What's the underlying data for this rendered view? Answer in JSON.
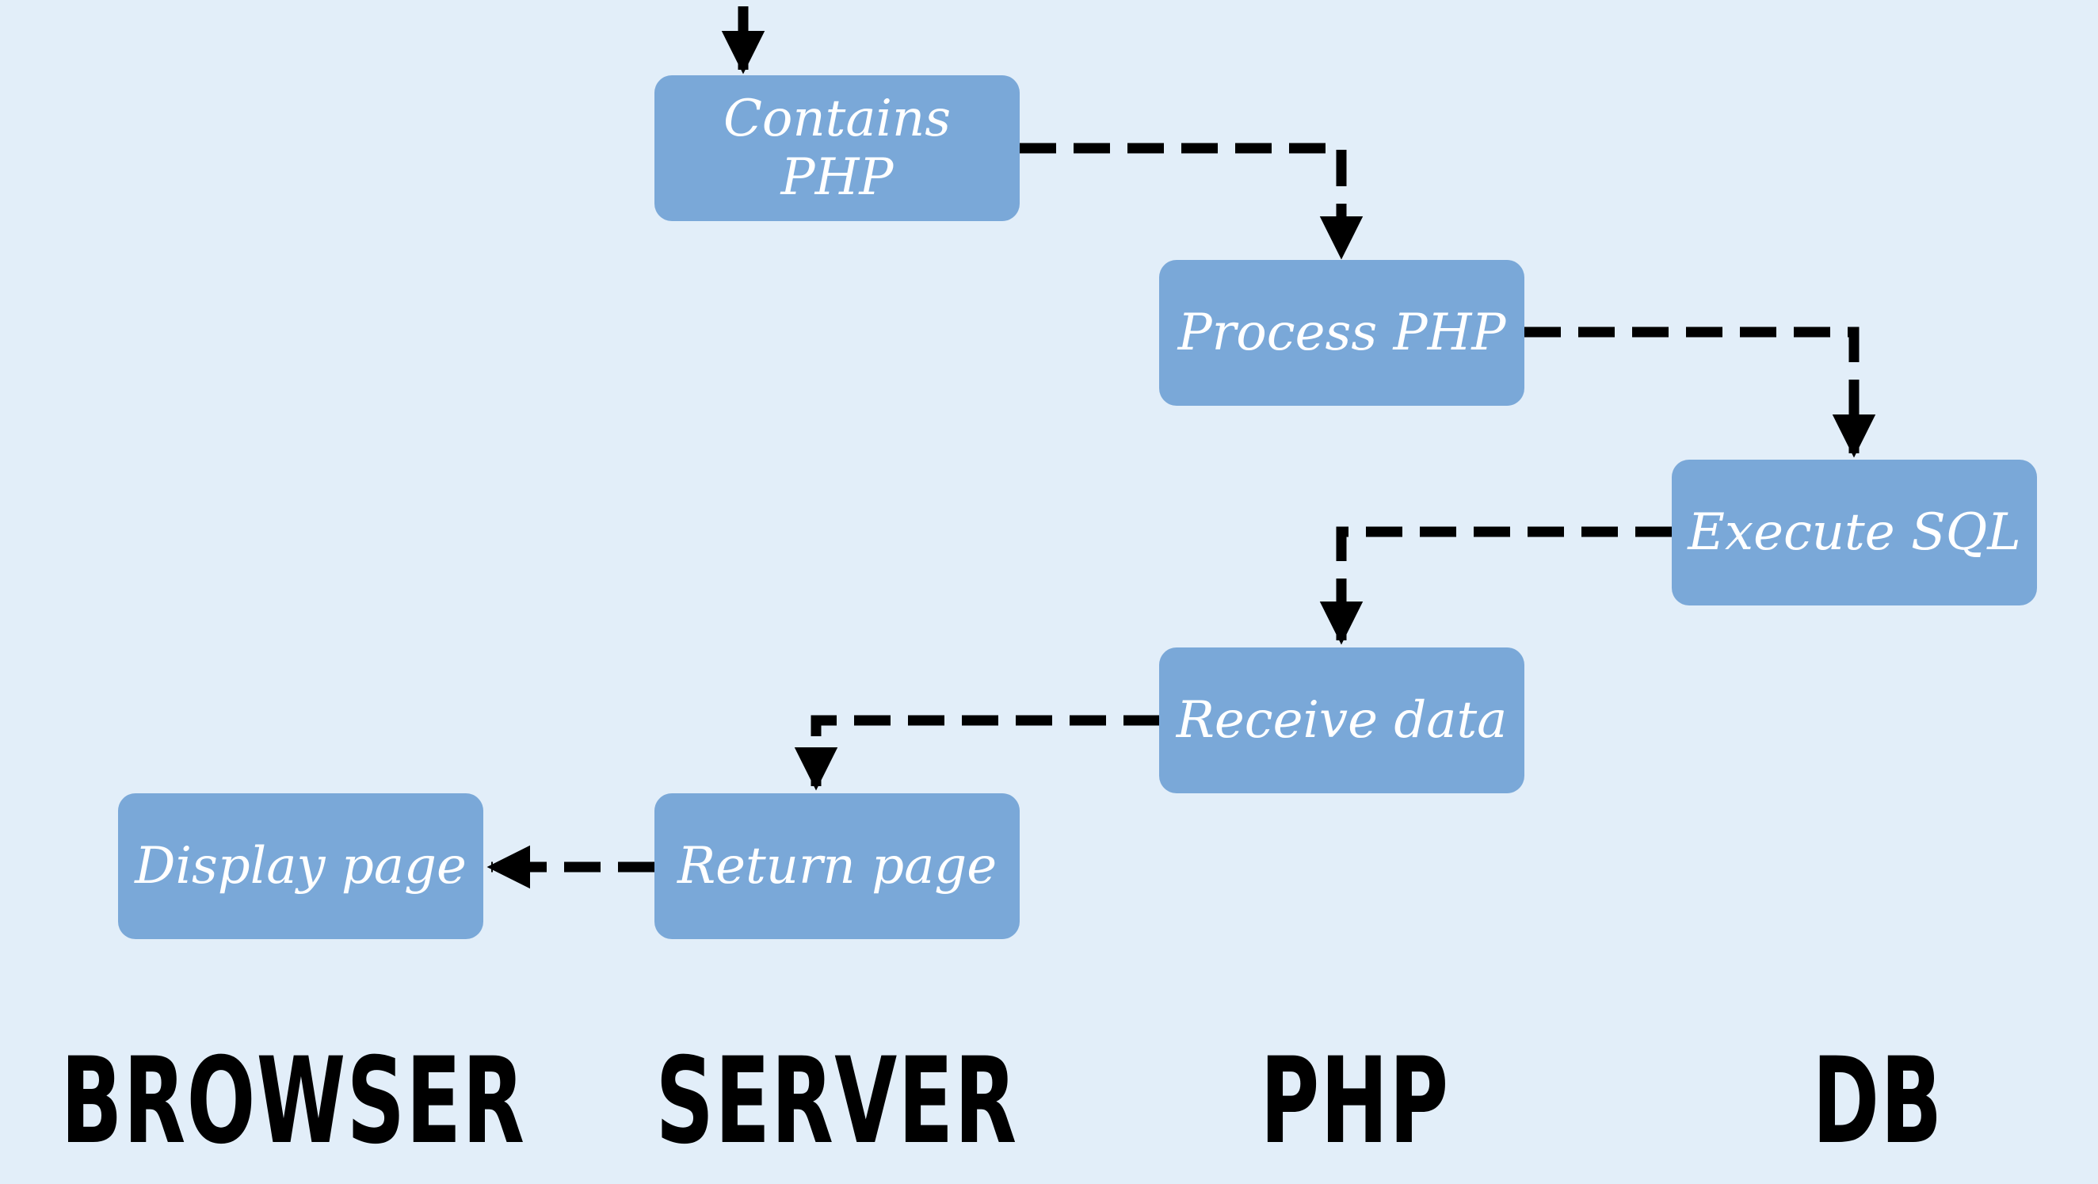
{
  "nodes": {
    "contains_php": "Contains PHP",
    "process_php": "Process PHP",
    "execute_sql": "Execute SQL",
    "receive_data": "Receive data",
    "return_page": "Return page",
    "display_page": "Display page"
  },
  "lanes": {
    "browser": "BROWSER",
    "server": "SERVER",
    "php": "PHP",
    "db": "DB"
  }
}
